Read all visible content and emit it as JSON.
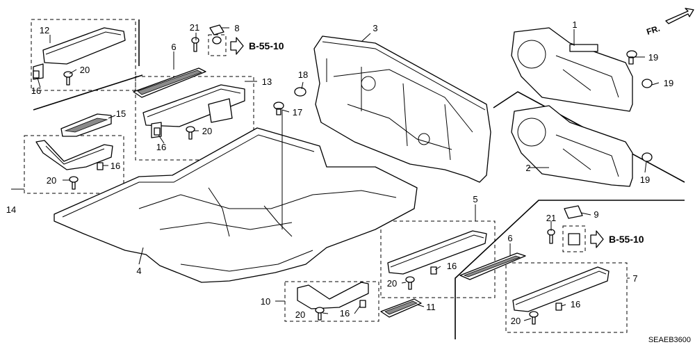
{
  "diagram": {
    "callouts": {
      "c1": "1",
      "c2": "2",
      "c3": "3",
      "c4": "4",
      "c5": "5",
      "c6a": "6",
      "c6b": "6",
      "c7": "7",
      "c8": "8",
      "c9": "9",
      "c10": "10",
      "c11": "11",
      "c12": "12",
      "c13": "13",
      "c14": "14",
      "c15": "15",
      "c16a": "16",
      "c16b": "16",
      "c16c": "16",
      "c16d": "16",
      "c16e": "16",
      "c16f": "16",
      "c17": "17",
      "c18": "18",
      "c19a": "19",
      "c19b": "19",
      "c19c": "19",
      "c20a": "20",
      "c20b": "20",
      "c20c": "20",
      "c20d": "20",
      "c20e": "20",
      "c20f": "20",
      "c21a": "21",
      "c21b": "21"
    },
    "refs": {
      "ref_top": "B-55-10",
      "ref_bottom": "B-55-10"
    },
    "direction_label": "FR.",
    "diagram_code": "SEAEB3600"
  }
}
